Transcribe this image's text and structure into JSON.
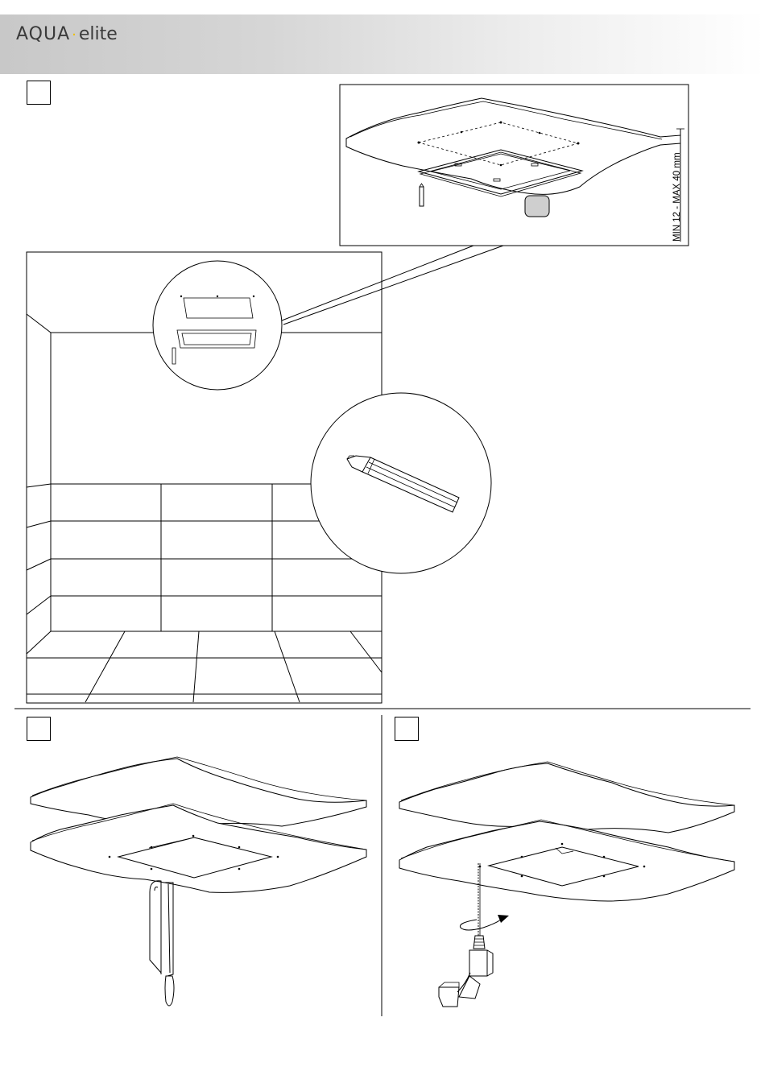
{
  "header": {
    "brand_main": "AQUA",
    "brand_sub": "elite"
  },
  "step1": {
    "measure_label": "MIN 12 - MAX 40 mm"
  },
  "colors": {
    "header_gradient_start": "#c8c8c8",
    "brand_dot": "#f0c000",
    "line": "#000000",
    "marker_fill": "#cfcfcf"
  },
  "icons": [
    "pencil-icon",
    "hacksaw-icon",
    "drill-icon",
    "rotation-arrow-icon",
    "ceiling-frame-icon"
  ]
}
